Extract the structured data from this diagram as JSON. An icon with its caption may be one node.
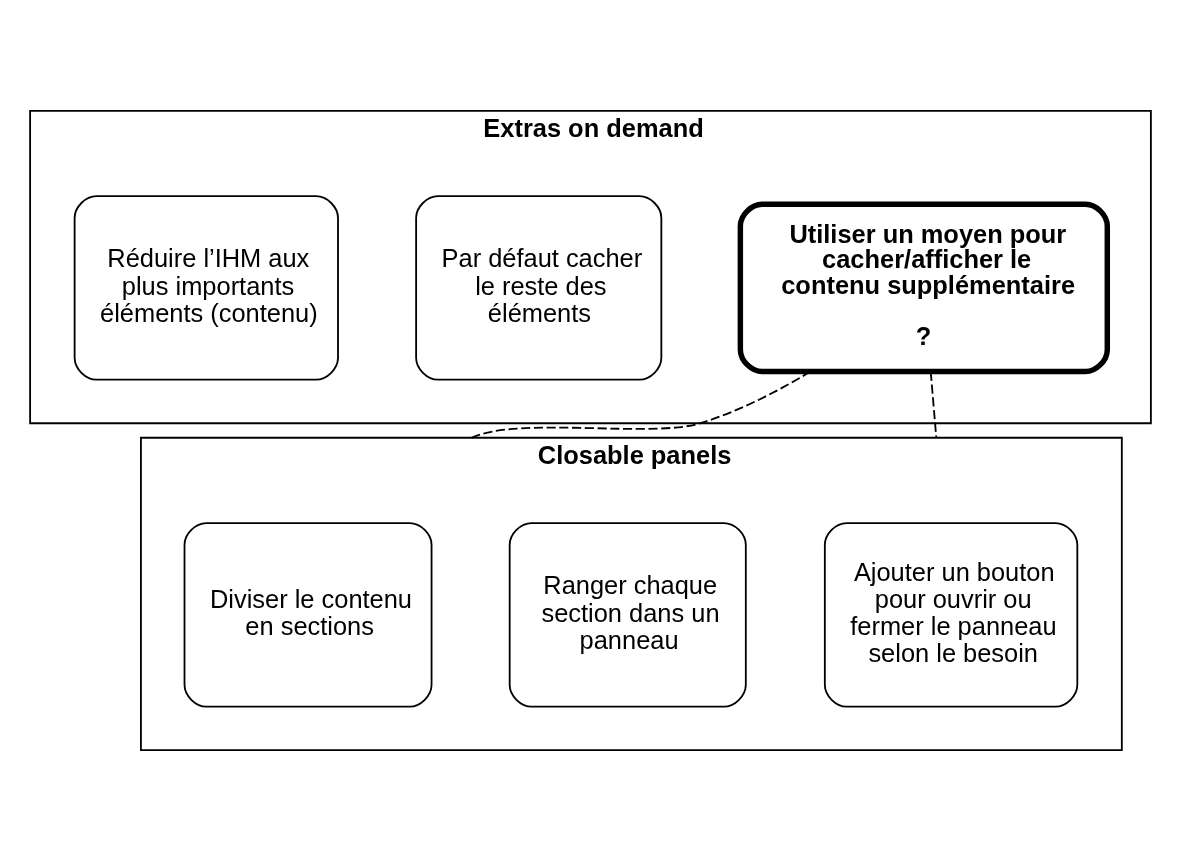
{
  "diagram": {
    "nodes": [
      {
        "text": [
          "Extras on demand"
        ]
      },
      {
        "text": [
          "Réduire l’IHM aux plus importants éléments (contenu)"
        ],
        "in": 0
      },
      {
        "text": [
          "Par défaut cacher le reste des éléments"
        ],
        "in": 0
      },
      {
        "text": [
          "Utiliser un moyen pour cacher/afficher le contenu supplémentaire",
          "?"
        ],
        "in": 0
      },
      {
        "text": [
          "Closable panels"
        ]
      },
      {
        "text": [
          "Diviser le contenu en sections"
        ],
        "in": 4
      },
      {
        "text": [
          "Ranger chaque section dans un panneau"
        ],
        "in": 4
      },
      {
        "text": [
          "Ajouter un bouton pour ouvrir ou fermer le panneau selon le besoin"
        ],
        "in": 4
      }
    ],
    "edges": [
      {
        "from": 3,
        "to": 4,
        "arrow": "none",
        "style": "dashed"
      },
      {
        "from": 3,
        "to": 4,
        "arrow": "none",
        "style": "dashed"
      }
    ]
  }
}
